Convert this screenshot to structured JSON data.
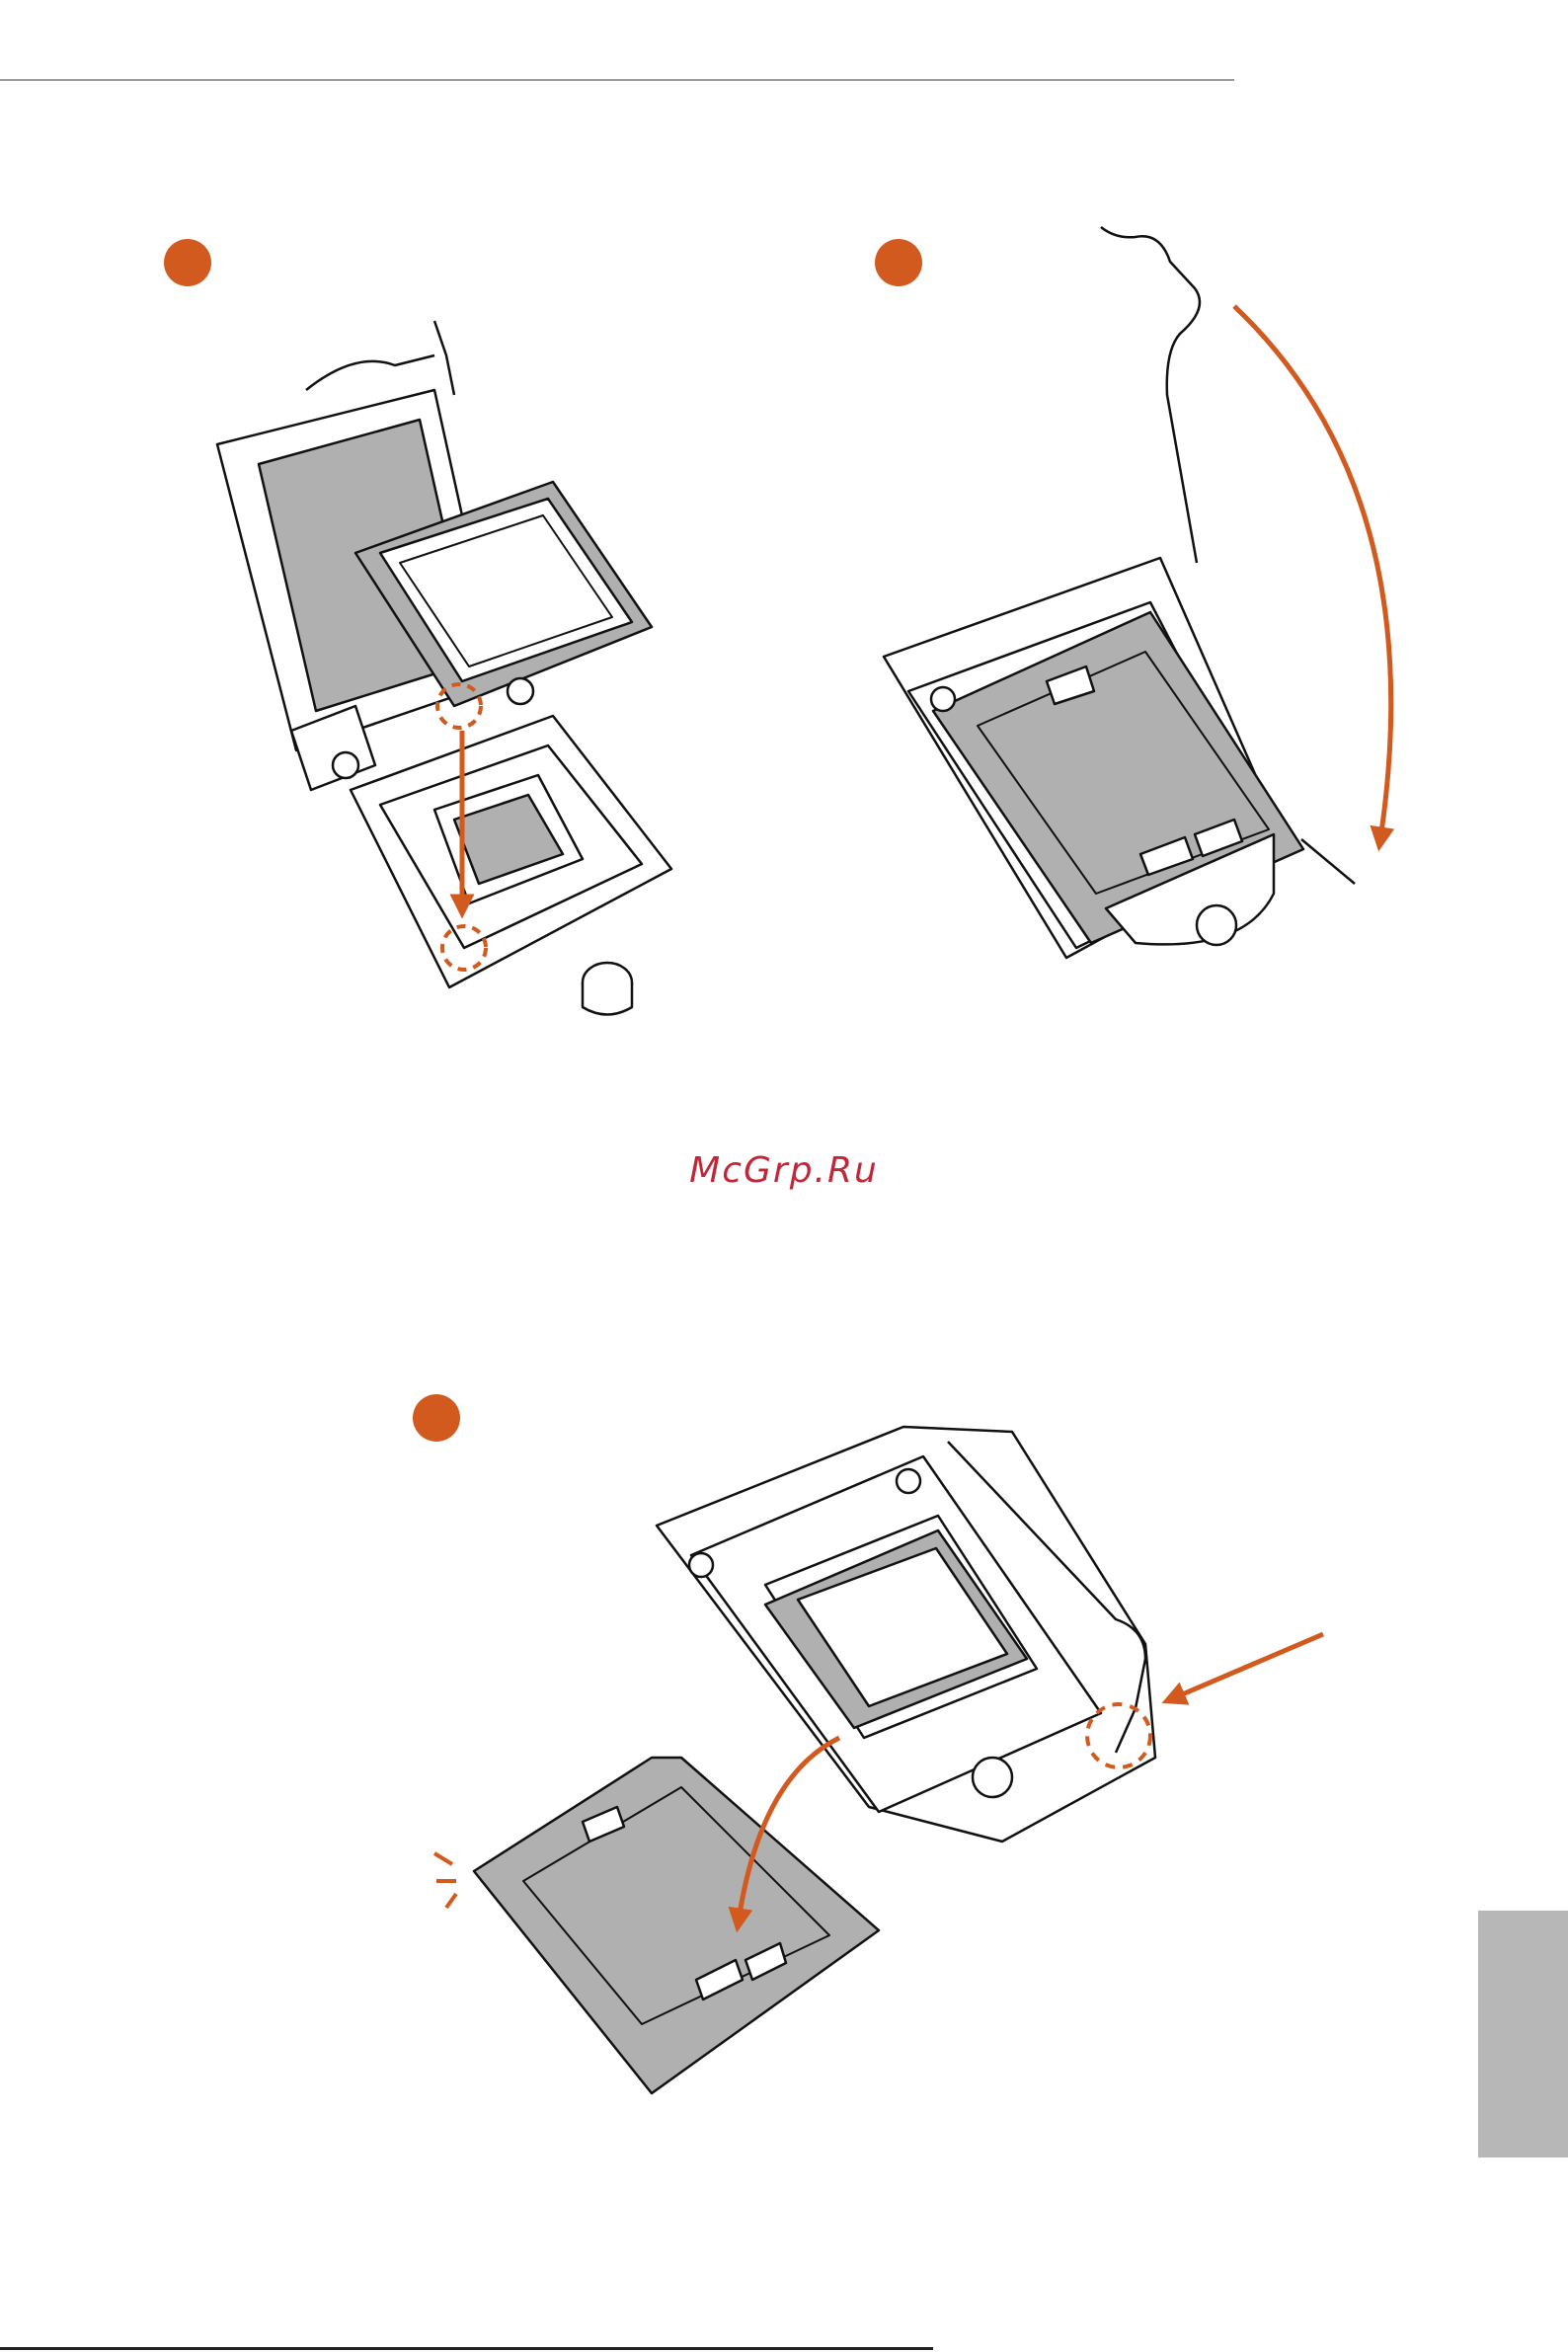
{
  "watermark": {
    "text": "McGrp.Ru"
  },
  "colors": {
    "accent": "#d25a1e",
    "watermark": "#c0283a",
    "tab": "#b7b7b7",
    "metal": "#b0b0b0"
  },
  "steps": [
    {
      "icon": "step-marker-1",
      "description_hidden": true
    },
    {
      "icon": "step-marker-2",
      "description_hidden": true
    },
    {
      "icon": "step-marker-3",
      "description_hidden": true
    }
  ]
}
